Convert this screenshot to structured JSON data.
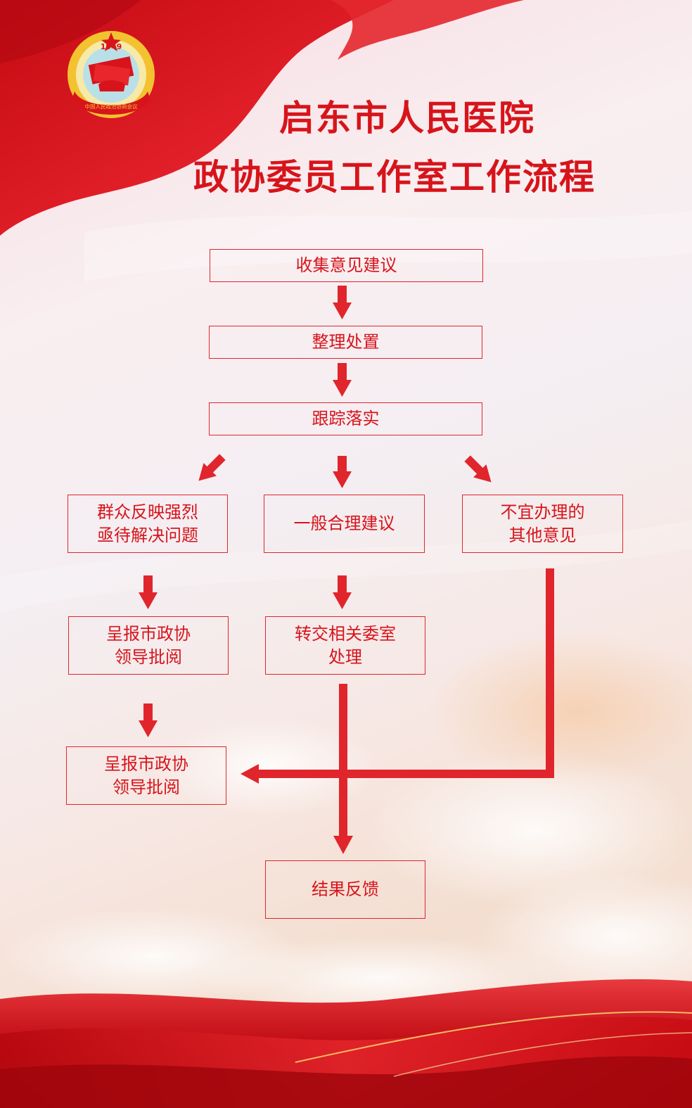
{
  "colors": {
    "primary_red": "#d7141b",
    "line_red": "#e0262c",
    "gold": "#f2c230"
  },
  "emblem": {
    "year": "1949",
    "motto": "中国人民政治协商会议"
  },
  "title": {
    "line1": "启东市人民医院",
    "line2": "政协委员工作室工作流程"
  },
  "flowchart": {
    "collect": "收集意见建议",
    "organize": "整理处置",
    "track": "跟踪落实",
    "urgent_line1": "群众反映强烈",
    "urgent_line2": "亟待解决问题",
    "general": "一般合理建议",
    "other_line1": "不宜办理的",
    "other_line2": "其他意见",
    "report1_line1": "呈报市政协",
    "report1_line2": "领导批阅",
    "transfer_line1": "转交相关委室",
    "transfer_line2": "处理",
    "report2_line1": "呈报市政协",
    "report2_line2": "领导批阅",
    "feedback": "结果反馈"
  }
}
